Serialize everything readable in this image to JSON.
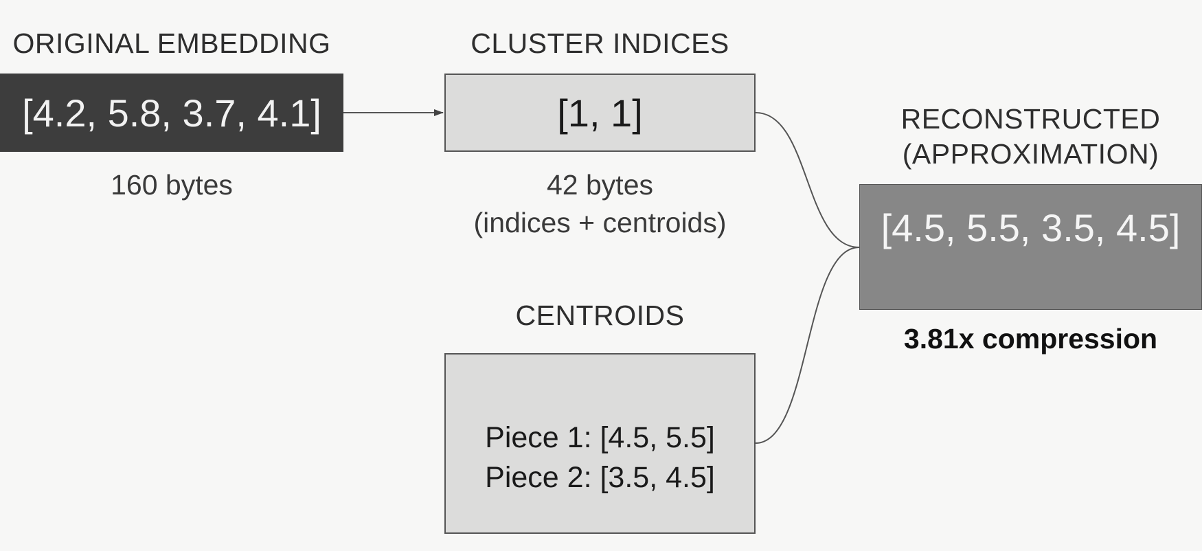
{
  "original": {
    "title": "ORIGINAL EMBEDDING",
    "value": "[4.2, 5.8, 3.7, 4.1]",
    "size": "160 bytes"
  },
  "indices": {
    "title": "CLUSTER INDICES",
    "value": "[1, 1]",
    "size_line1": "42 bytes",
    "size_line2": "(indices + centroids)"
  },
  "centroids": {
    "title": "CENTROIDS",
    "piece1": "Piece 1: [4.5, 5.5]",
    "piece2": "Piece 2: [3.5, 4.5]"
  },
  "reconstructed": {
    "title_line1": "RECONSTRUCTED",
    "title_line2": "(APPROXIMATION)",
    "value": "[4.5, 5.5, 3.5, 4.5]",
    "compression": "3.81x compression"
  },
  "colors": {
    "original_fill": "#3d3d3d",
    "light_fill": "#dcdcdb",
    "reconstructed_fill": "#878787"
  }
}
